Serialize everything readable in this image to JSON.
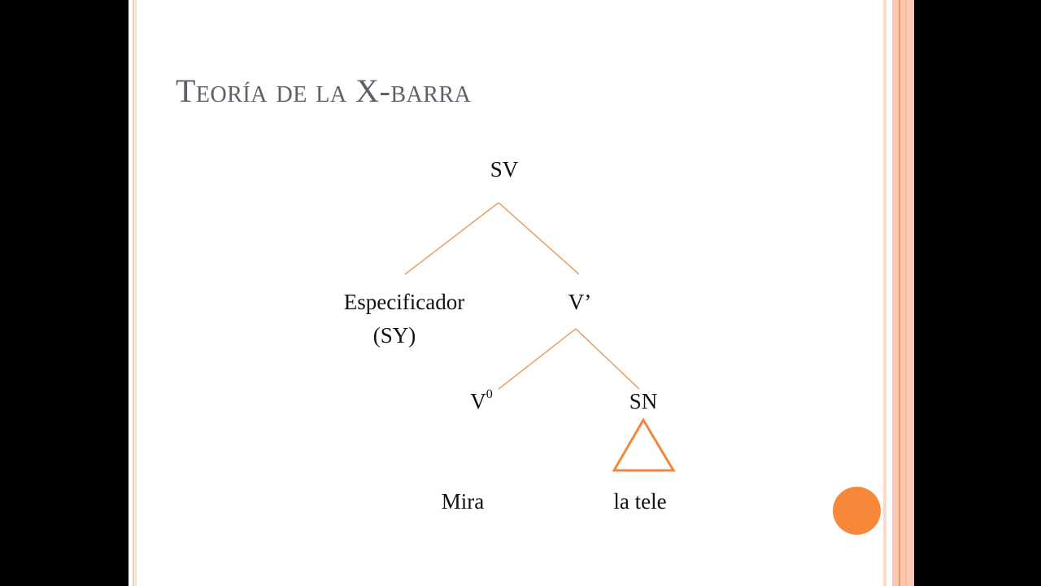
{
  "slide": {
    "title": "Teoría de la X-barra",
    "accent_color": "#F7883A",
    "tree": {
      "root": "SV",
      "specifier": "Especificador",
      "specifier_sub": "(SY)",
      "bar": "V’",
      "head": "V",
      "head_sup": "0",
      "complement": "SN",
      "head_word": "Mira",
      "complement_words": "la tele"
    }
  }
}
